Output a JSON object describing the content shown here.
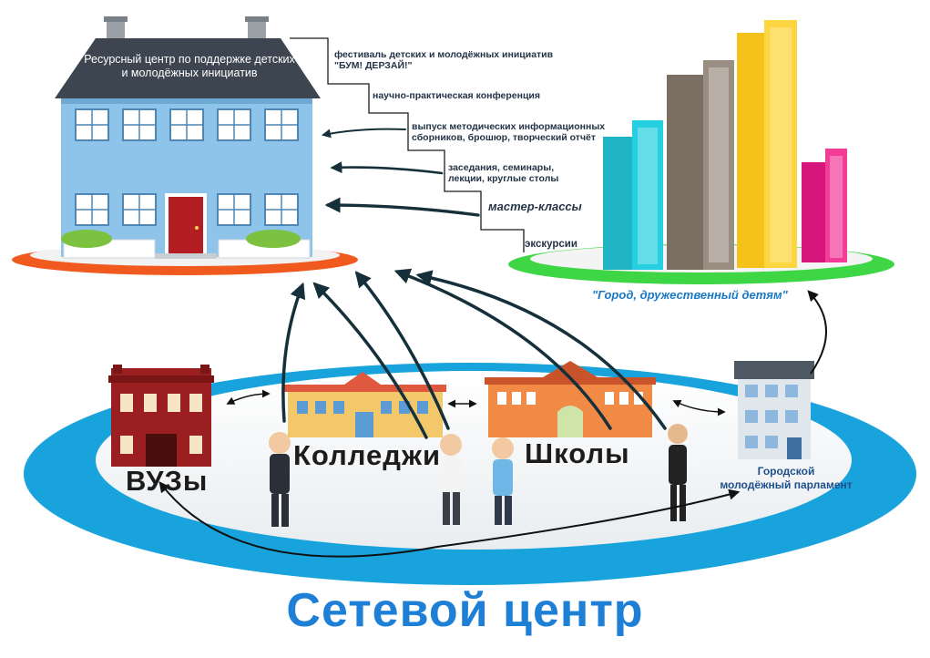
{
  "resource_center": {
    "title_line1": "Ресурсный центр по поддержке детских",
    "title_line2": "и молодёжных инициатив"
  },
  "activities": {
    "festival_line1": "фестиваль детских и молодёжных инициатив",
    "festival_line2": "\"БУМ! ДЕРЗАЙ!\"",
    "conference": "научно-практическая конференция",
    "publications_line1": "выпуск методических информационных",
    "publications_line2": "сборников, брошюр, творческий отчёт",
    "seminars_line1": "заседания, семинары,",
    "seminars_line2": "лекции, круглые столы",
    "masterclasses": "мастер-классы",
    "excursions": "экскурсии"
  },
  "city": {
    "label": "\"Город, дружественный детям\""
  },
  "institutions": {
    "universities": "ВУЗы",
    "colleges": "Колледжи",
    "schools": "Школы",
    "parliament_line1": "Городской",
    "parliament_line2": "молодёжный парламент"
  },
  "footer": {
    "title": "Сетевой центр"
  },
  "colors": {
    "title_blue": "#1e7fd6",
    "house_wall": "#8ec4ea",
    "roof": "#3d4551",
    "base_orange": "#f05a1e",
    "base_green": "#3fd646",
    "network_blue": "#19a3dc"
  }
}
